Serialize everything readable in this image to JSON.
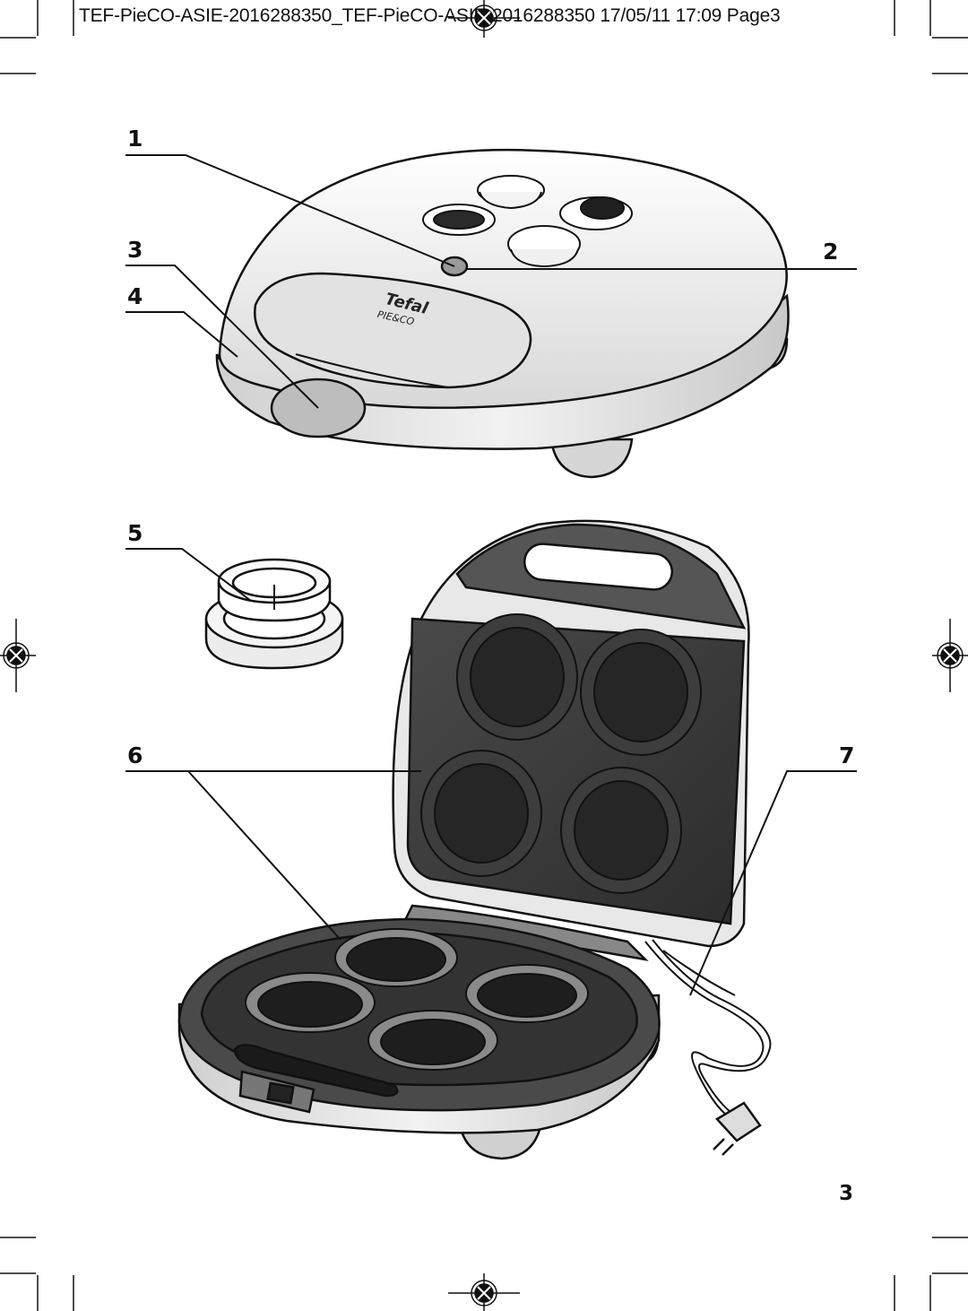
{
  "header": {
    "slug": "TEF-PieCO-ASIE-2016288350_TEF-PieCO-ASIE-2016288350  17/05/11  17:09  Page3"
  },
  "callouts": [
    "1",
    "2",
    "3",
    "4",
    "5",
    "6",
    "7"
  ],
  "brand": {
    "logo": "Tefal",
    "product": "PIE&CO"
  },
  "page_number": "3",
  "colors": {
    "line": "#111111",
    "body_light": "#ececec",
    "plate_dark": "#3a3a3a",
    "cavity": "#222222"
  }
}
